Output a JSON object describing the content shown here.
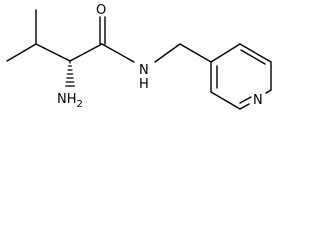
{
  "molecule": {
    "atoms": {
      "oxygen": "O",
      "amide_nitrogen": "N",
      "amide_hydrogen": "H",
      "amine": "NH",
      "amine_subscript": "2",
      "pyridine_nitrogen": "N"
    },
    "colors": {
      "bond": "#000000",
      "label": "#000000",
      "background": "#ffffff"
    }
  }
}
